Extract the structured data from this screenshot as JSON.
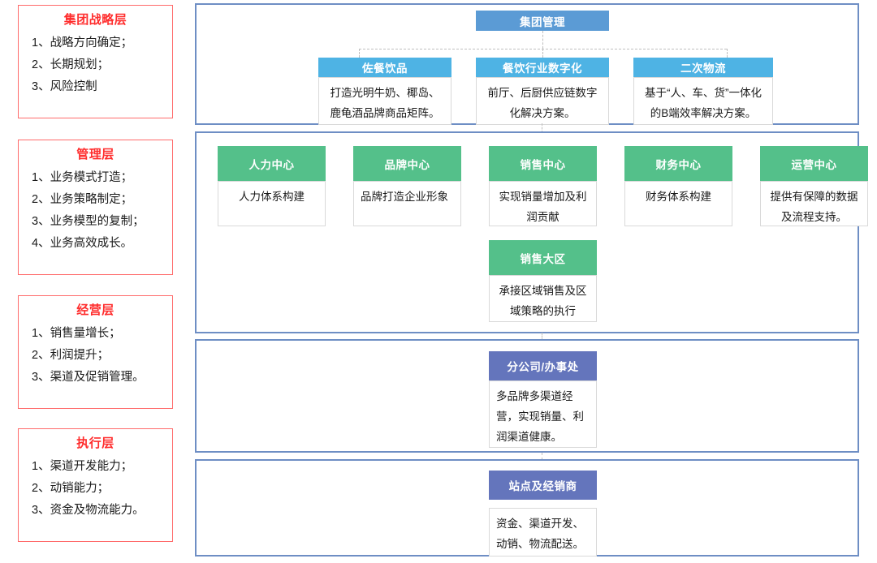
{
  "sidebar": {
    "boxes": [
      {
        "title": "集团战略层",
        "items": [
          "1、战略方向确定；",
          "2、长期规划；",
          "3、风险控制"
        ]
      },
      {
        "title": "管理层",
        "items": [
          "1、业务模式打造；",
          "2、业务策略制定；",
          "3、业务模型的复制；",
          "4、业务高效成长。"
        ]
      },
      {
        "title": "经营层",
        "items": [
          "1、销售量增长；",
          "2、利润提升；",
          "3、渠道及促销管理。"
        ]
      },
      {
        "title": "执行层",
        "items": [
          "1、渠道开发能力；",
          "2、动销能力；",
          "3、资金及物流能力。"
        ]
      }
    ]
  },
  "diagram": {
    "strategy_layer": {
      "root": {
        "title": "集团管理"
      },
      "children": [
        {
          "title": "佐餐饮品",
          "desc": "打造光明牛奶、椰岛、鹿龟酒品牌商品矩阵。"
        },
        {
          "title": "餐饮行业数字化",
          "desc": "前厅、后厨供应链数字化解决方案。"
        },
        {
          "title": "二次物流",
          "desc": "基于“人、车、货”一体化的B端效率解决方案。"
        }
      ]
    },
    "management_layer": {
      "centers": [
        {
          "title": "人力中心",
          "desc": "人力体系构建"
        },
        {
          "title": "品牌中心",
          "desc": "品牌打造企业形象"
        },
        {
          "title": "销售中心",
          "desc": "实现销量增加及利润贡献"
        },
        {
          "title": "财务中心",
          "desc": "财务体系构建"
        },
        {
          "title": "运营中心",
          "desc": "提供有保障的数据及流程支持。"
        }
      ],
      "sub": {
        "title": "销售大区",
        "desc": "承接区域销售及区域策略的执行"
      }
    },
    "operation_layer": {
      "node": {
        "title": "分公司/办事处",
        "desc": "多品牌多渠道经营，实现销量、利润渠道健康。"
      }
    },
    "execution_layer": {
      "node": {
        "title": "站点及经销商",
        "desc": "资金、渠道开发、动销、物流配送。"
      }
    }
  },
  "colors": {
    "sidebar_border": "#FF6B6B",
    "sidebar_title": "#FF2D2D",
    "panel_border": "#6E8EC4",
    "head_royal": "#5B9BD5",
    "head_sky": "#4EB3E4",
    "head_green": "#54C08A",
    "head_purple": "#6475BC",
    "connector": "#BFBFBF"
  }
}
